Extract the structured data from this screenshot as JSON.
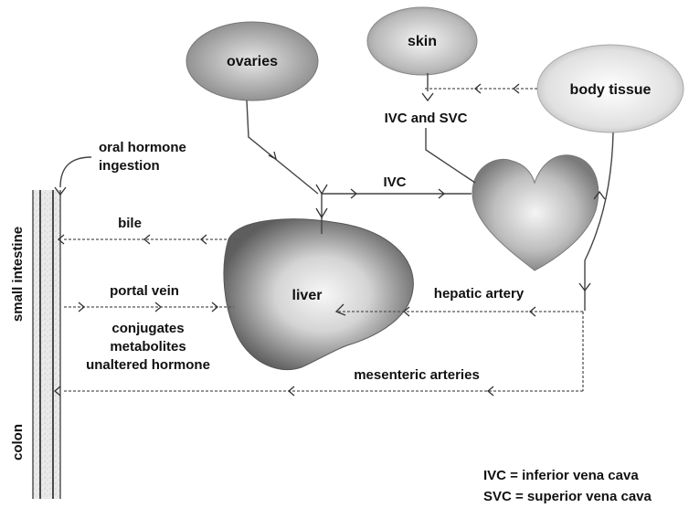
{
  "organs": {
    "ovaries": "ovaries",
    "skin": "skin",
    "body_tissue": "body tissue",
    "liver": "liver"
  },
  "vessels": {
    "ivc_and_svc": "IVC and SVC",
    "ivc": "IVC",
    "bile": "bile",
    "portal_vein": "portal vein",
    "hepatic_artery": "hepatic artery",
    "mesenteric_arteries": "mesenteric arteries"
  },
  "ingestion": {
    "line1": "oral hormone",
    "line2": "ingestion"
  },
  "intestine": {
    "small_intestine": "small intestine",
    "colon": "colon"
  },
  "metabolites": {
    "line1": "conjugates",
    "line2": "metabolites",
    "line3": "unaltered hormone"
  },
  "legend": {
    "ivc": "IVC = inferior vena cava",
    "svc": "SVC = superior vena cava"
  },
  "colors": {
    "shade_dark": "#6f6f6f",
    "shade_light": "#f2f2f2",
    "ink": "#111111"
  }
}
